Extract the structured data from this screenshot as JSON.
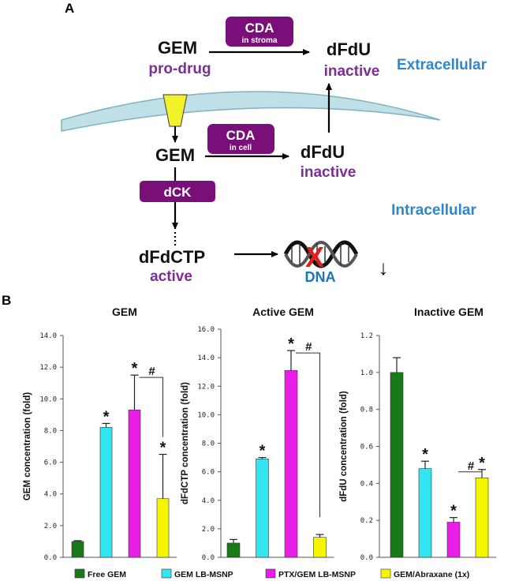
{
  "panel_a": {
    "letter": "A",
    "gem_top": "GEM",
    "prodrug": "pro-drug",
    "dfdu_top": "dFdU",
    "inactive_top": "inactive",
    "extracellular": "Extracellular",
    "cda_stroma": "CDA",
    "cda_stroma_sub": "in stroma",
    "gem_mid": "GEM",
    "cda_cell": "CDA",
    "cda_cell_sub": "in cell",
    "dfdu_mid": "dFdU",
    "inactive_mid": "inactive",
    "dck": "dCK",
    "intracellular": "Intracellular",
    "dfdctp": "dFdCTP",
    "active": "active",
    "dna": "DNA",
    "down_arrow": "↓",
    "cross": "X"
  },
  "panel_b": {
    "letter": "B"
  },
  "colors": {
    "free_gem": "#1a7a1a",
    "gem_lb_msnp": "#33e5f0",
    "ptx_gem_lb_msnp": "#e81ee8",
    "gem_abraxane": "#f5f500",
    "enzyme_box": "#7a0f7a",
    "membrane": "#bfe0e6",
    "channel": "#f2f22a"
  },
  "legend": [
    "Free GEM",
    "GEM LB-MSNP",
    "PTX/GEM LB-MSNP",
    "GEM/Abraxane (1x)"
  ],
  "chart_data": [
    {
      "type": "bar",
      "title": "GEM",
      "ylabel": "GEM concentration (fold)",
      "ylim": [
        0,
        14
      ],
      "yticks": [
        "0.0",
        "2.0",
        "4.0",
        "6.0",
        "8.0",
        "10.0",
        "12.0",
        "14.0"
      ],
      "categories": [
        "Free GEM",
        "GEM LB-MSNP",
        "PTX/GEM LB-MSNP",
        "GEM/Abraxane (1x)"
      ],
      "values": [
        1.0,
        8.2,
        9.3,
        3.7
      ],
      "errors": [
        0.05,
        0.25,
        2.2,
        2.8
      ],
      "significance": [
        "",
        "*",
        "*",
        "*"
      ],
      "bracket": {
        "from": 2,
        "to": 3,
        "label": "#"
      }
    },
    {
      "type": "bar",
      "title": "Active GEM",
      "ylabel": "dFdCTP concentration (fold)",
      "ylim": [
        0,
        16
      ],
      "yticks": [
        "0.0",
        "2.0",
        "4.0",
        "6.0",
        "8.0",
        "10.0",
        "12.0",
        "14.0",
        "16.0"
      ],
      "categories": [
        "Free GEM",
        "GEM LB-MSNP",
        "PTX/GEM LB-MSNP",
        "GEM/Abraxane (1x)"
      ],
      "values": [
        1.0,
        6.9,
        13.1,
        1.4
      ],
      "errors": [
        0.25,
        0.1,
        1.4,
        0.2
      ],
      "significance": [
        "",
        "*",
        "*",
        ""
      ],
      "bracket": {
        "from": 2,
        "to": 3,
        "label": "#"
      }
    },
    {
      "type": "bar",
      "title": "Inactive GEM",
      "ylabel": "dFdU concentration (fold)",
      "ylim": [
        0,
        1.2
      ],
      "yticks": [
        "0.0",
        "0.2",
        "0.4",
        "0.6",
        "0.8",
        "1.0",
        "1.2"
      ],
      "categories": [
        "Free GEM",
        "GEM LB-MSNP",
        "PTX/GEM LB-MSNP",
        "GEM/Abraxane (1x)"
      ],
      "values": [
        1.0,
        0.48,
        0.19,
        0.43
      ],
      "errors": [
        0.08,
        0.04,
        0.025,
        0.045
      ],
      "significance": [
        "",
        "*",
        "*",
        "*"
      ],
      "bracket": {
        "from": 2,
        "to": 3,
        "label": "#"
      }
    }
  ]
}
